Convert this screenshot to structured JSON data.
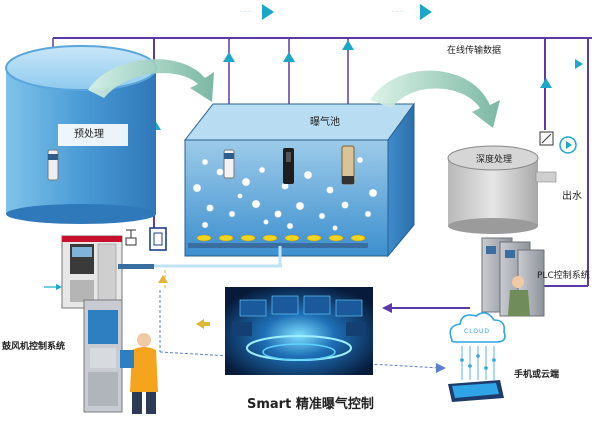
{
  "labels": {
    "top_small_1": "· · · · ·",
    "top_small_2": "· · · · ·",
    "online_transfer": "在线传输数据",
    "pretreatment": "预处理",
    "aeration_tank": "曝气池",
    "advanced_treatment": "深度处理",
    "effluent": "出水",
    "plc_control": "PLC控制系统",
    "blower_control": "鼓风机控制系统",
    "mobile_cloud": "手机或云端",
    "caption": "Smart 精准曝气控制",
    "cloud_word": "CLOUD"
  },
  "colors": {
    "signal_line": "#5b3aa8",
    "arrow_cyan": "#19a6c7",
    "dashed": "#5c7fcf",
    "tank_blue": "#3d86c8",
    "water": "#a9d3ee",
    "diffuser": "#f4d41f",
    "bubble": "#ffffff"
  },
  "icons": {
    "sensor": "probe-icon",
    "valve": "valve-icon",
    "pressure": "pressure-sensor-icon",
    "flow_meter": "flow-meter-icon",
    "person": "operator-icon",
    "cloud": "cloud-icon",
    "phone": "phone-icon",
    "screen": "control-center-screen-icon",
    "cabinet": "plc-cabinet-icon",
    "blower": "blower-icon",
    "terminal": "terminal-icon"
  }
}
